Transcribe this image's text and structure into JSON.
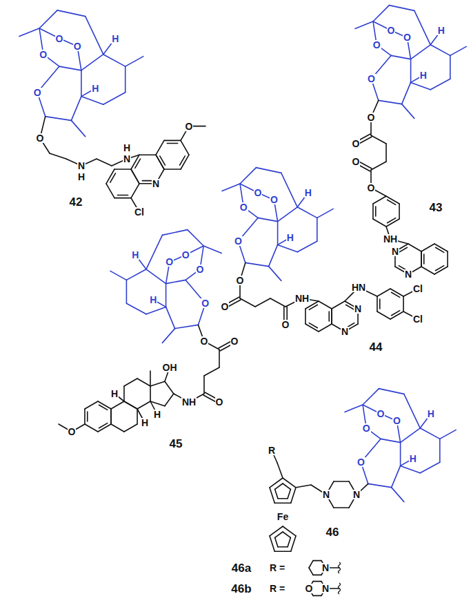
{
  "diagram": {
    "labels": [
      "O",
      "O",
      "O",
      "O",
      "H",
      "H",
      "O",
      "N",
      "H",
      "N",
      "H",
      "N",
      "O",
      "Cl",
      "42",
      "O",
      "O",
      "O",
      "O",
      "H",
      "H",
      "O",
      "O",
      "O",
      "O",
      "NH",
      "N",
      "N",
      "43",
      "O",
      "O",
      "O",
      "O",
      "H",
      "H",
      "O",
      "O",
      "O",
      "NH",
      "N",
      "N",
      "HN",
      "Cl",
      "Cl",
      "44",
      "O",
      "O",
      "O",
      "O",
      "H",
      "H",
      "O",
      "O",
      "O",
      "NH",
      "OH",
      "H",
      "H",
      "H",
      "O",
      "45",
      "O",
      "O",
      "O",
      "O",
      "H",
      "H",
      "N",
      "N",
      "R",
      "Fe",
      "46",
      "46a",
      "R =",
      "N",
      "46b",
      "R =",
      "O",
      "N"
    ]
  }
}
